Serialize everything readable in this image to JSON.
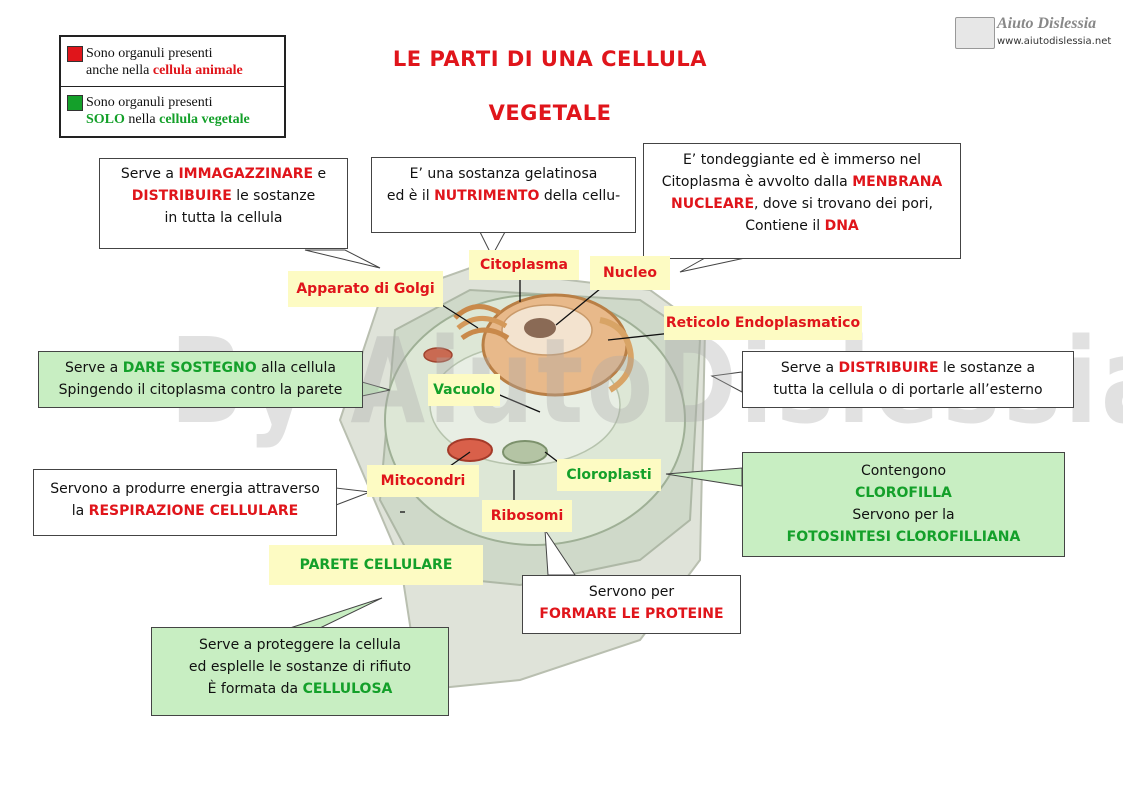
{
  "title_line1": "LE PARTI DI UNA CELLULA",
  "title_line2": "VEGETALE",
  "logo": {
    "brand": "Aiuto Dislessia",
    "url": "www.aiutodislessia.net"
  },
  "watermark": "By AiutoDislessia.net",
  "legend": {
    "red": {
      "color": "#e0151b",
      "line1": "Sono organuli presenti",
      "line2_prefix": "anche nella ",
      "line2_emph": "cellula animale"
    },
    "green": {
      "color": "#14a02a",
      "line1": "Sono organuli presenti",
      "line2_solo": "SOLO",
      "line2_mid": " nella ",
      "line2_emph": "cellula vegetale"
    }
  },
  "labels": {
    "golgi": "Apparato di Golgi",
    "citoplasma": "Citoplasma",
    "nucleo": "Nucleo",
    "reticolo": "Reticolo Endoplasmatico",
    "vacuolo": "Vacuolo",
    "mitocondri": "Mitocondri",
    "cloroplasti": "Cloroplasti",
    "ribosomi": "Ribosomi",
    "parete": "PARETE CELLULARE"
  },
  "descriptions": {
    "golgi": {
      "a": "Serve a ",
      "b": "IMMAGAZZINARE",
      "c": " e",
      "d": "DISTRIBUIRE",
      "e": " le sostanze",
      "f": "in tutta la cellula"
    },
    "citoplasma": {
      "a": "E’ una sostanza gelatinosa",
      "b": "ed è il ",
      "c": "NUTRIMENTO",
      "d": " della cellu-"
    },
    "nucleo": {
      "a": "E’ tondeggiante ed è immerso nel",
      "b": "Citoplasma è avvolto dalla ",
      "c": "MENBRANA",
      "d": "NUCLEARE",
      "e": ", dove si trovano dei pori,",
      "f": "Contiene il ",
      "g": "DNA"
    },
    "vacuolo": {
      "a": "Serve a ",
      "b": "DARE SOSTEGNO",
      "c": " alla cellula",
      "d": "Spingendo il citoplasma contro la parete"
    },
    "reticolo": {
      "a": "Serve a ",
      "b": "DISTRIBUIRE",
      "c": " le sostanze  a",
      "d": "tutta la cellula o di portarle all’esterno"
    },
    "mitocondri": {
      "a": "Servono a produrre energia attraverso",
      "b": "la ",
      "c": "RESPIRAZIONE CELLULARE"
    },
    "cloroplasti": {
      "a": "Contengono",
      "b": "CLOROFILLA",
      "c": "Servono per la",
      "d": "FOTOSINTESI CLOROFILLIANA"
    },
    "ribosomi": {
      "a": "Servono per",
      "b": "FORMARE LE PROTEINE"
    },
    "parete": {
      "a": "Serve a proteggere la cellula",
      "b": "ed esplelle le sostanze di rifiuto",
      "c": "È formata da ",
      "d": "CELLULOSA"
    }
  }
}
